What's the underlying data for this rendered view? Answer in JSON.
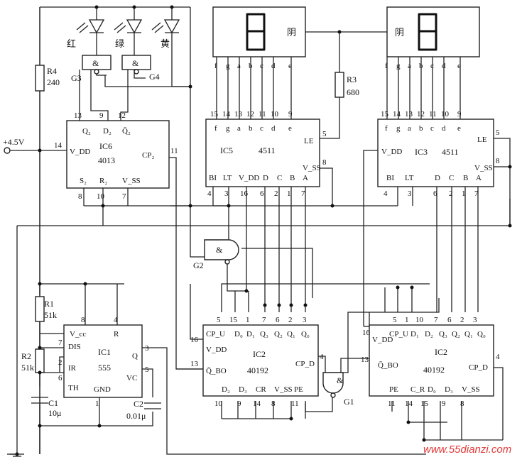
{
  "labels": {
    "red": "红",
    "green": "绿",
    "yellow": "黄",
    "cathode": "阴",
    "g3": "G3",
    "g4": "G4",
    "g2": "G2",
    "g1": "G1",
    "amp": "&",
    "r4": "R4",
    "r4v": "240",
    "r3": "R3",
    "r3v": "680",
    "r1": "R1",
    "r1v": "51k",
    "r2": "R2",
    "r2v": "51k",
    "c1": "C1",
    "c1v": "10μ",
    "c2": "C2",
    "c2v": "0.01μ",
    "supply": "+4.5V",
    "watermark": "www.55dianzi.com"
  },
  "ic6": {
    "name": "IC6",
    "part": "4013",
    "q2": "Q₂",
    "d2": "D₂",
    "q2n": "Q̄₂",
    "vdd": "V_DD",
    "cp2": "CP₂",
    "s2": "S₂",
    "r2": "R₂",
    "vss": "V_SS",
    "p13": "13",
    "p9": "9",
    "p12": "12",
    "p14": "14",
    "p11": "11",
    "p8": "8",
    "p10": "10",
    "p7": "7"
  },
  "ic5": {
    "name": "IC5",
    "part": "4511",
    "f": "f",
    "g": "g",
    "a": "a",
    "b": "b",
    "c": "c",
    "d": "d",
    "e": "e",
    "le": "LE",
    "vss": "V_SS",
    "bi": "BI",
    "lt": "LT",
    "vdd": "V_DD",
    "D": "D",
    "C": "C",
    "B": "B",
    "A": "A",
    "p15": "15",
    "p14": "14",
    "p13": "13",
    "p12": "12",
    "p11": "11",
    "p10": "10",
    "p9": "9",
    "p5": "5",
    "p8": "8",
    "p4": "4",
    "p3": "3",
    "p16": "16",
    "p6": "6",
    "p2": "2",
    "p1": "1",
    "p7": "7"
  },
  "ic3": {
    "name": "IC3",
    "part": "4511",
    "f": "f",
    "g": "g",
    "a": "a",
    "b": "b",
    "c": "c",
    "d": "d",
    "e": "e",
    "le": "LE",
    "vdd": "V_DD",
    "vss": "V_SS",
    "bi": "BI",
    "lt": "LT",
    "D": "D",
    "C": "C",
    "B": "B",
    "A": "A",
    "p15": "15",
    "p14": "14",
    "p13": "13",
    "p12": "12",
    "p11": "11",
    "p10": "10",
    "p9": "9",
    "p5": "5",
    "p8": "8",
    "p4": "4",
    "p3": "3",
    "p6": "6",
    "p2": "2",
    "p1": "1",
    "p7": "7"
  },
  "ic2a": {
    "name": "IC2",
    "part": "40192",
    "cpu": "CP_U",
    "d0": "D₀",
    "d1": "D₁",
    "q3": "Q₃",
    "q2": "Q₂",
    "q1": "Q₁",
    "q0": "Q₀",
    "vdd": "V_DD",
    "qbo": "Q̄_BO",
    "cpd": "CP_D",
    "d2": "D₂",
    "d3": "D₃",
    "cr": "CR",
    "vss": "V_SS",
    "pe": "PE",
    "p5": "5",
    "p15": "15",
    "p1": "1",
    "p7": "7",
    "p6": "6",
    "p2": "2",
    "p3": "3",
    "p16": "16",
    "p13": "13",
    "p4": "4",
    "p10": "10",
    "p9": "9",
    "p14": "14",
    "p8": "8",
    "p11": "11"
  },
  "ic2b": {
    "name": "IC2",
    "part": "40192",
    "vdd": "V_DD",
    "cpu": "CP_U",
    "d1": "D₁",
    "d2": "D₂",
    "q3": "Q₃",
    "q2": "Q₂",
    "q1": "Q₁",
    "q0": "Q₀",
    "qbo": "Q̄_BO",
    "cpd": "CP_D",
    "pe": "PE",
    "cr": "C_R",
    "d0": "D₀",
    "d3": "D₃",
    "vss": "V_SS",
    "p16": "16",
    "p5": "5",
    "p1": "1",
    "p10": "10",
    "p7": "7",
    "p6": "6",
    "p2": "2",
    "p3": "3",
    "p13": "13",
    "p4": "4",
    "p11": "11",
    "p14": "14",
    "p15": "15",
    "p9": "9",
    "p8": "8"
  },
  "ic1": {
    "name": "IC1",
    "part": "555",
    "vcc": "V_cc",
    "r": "R",
    "dis": "DIS",
    "ir": "IR",
    "th": "TH",
    "gnd": "GND",
    "q": "Q",
    "vc": "VC",
    "p8": "8",
    "p4": "4",
    "p7": "7",
    "p2": "2",
    "p6": "6",
    "p1": "1",
    "p3": "3",
    "p5": "5"
  }
}
